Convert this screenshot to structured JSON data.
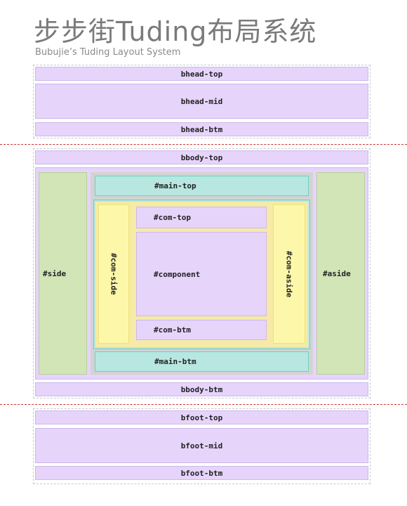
{
  "header": {
    "title": "步步街Tuding布局系统",
    "subtitle": "Bubujie’s Tuding Layout System"
  },
  "blocks": {
    "bhead_top": "bhead-top",
    "bhead_mid": "bhead-mid",
    "bhead_btm": "bhead-btm",
    "bbody_top": "bbody-top",
    "bbody_btm": "bbody-btm",
    "bfoot_top": "bfoot-top",
    "bfoot_mid": "bfoot-mid",
    "bfoot_btm": "bfoot-btm",
    "side": "#side",
    "aside": "#aside",
    "main_top": "#main-top",
    "main_btm": "#main-btm",
    "com_top": "#com-top",
    "component": "#component",
    "com_btm": "#com-btm",
    "com_side": "#com-side",
    "com_aside": "#com-aside"
  },
  "colors": {
    "purple": "#e6d4fb",
    "green": "#d1e5b7",
    "teal": "#b7e7e0",
    "yellow": "#fdf8a9",
    "gray": "#d3d3d3",
    "separator": "#cc3333"
  }
}
